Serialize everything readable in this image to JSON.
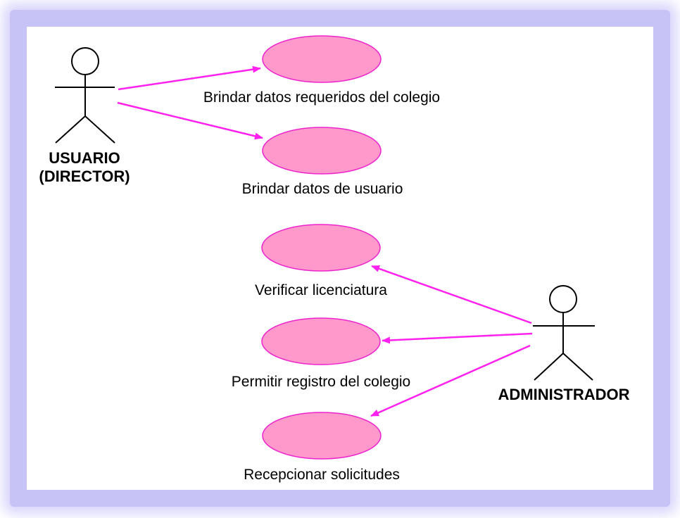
{
  "actors": {
    "director": {
      "line1": "USUARIO",
      "line2": "(DIRECTOR)"
    },
    "admin": {
      "name": "ADMINISTRADOR"
    }
  },
  "use_cases": [
    {
      "label": "Brindar datos requeridos del colegio"
    },
    {
      "label": "Brindar datos de usuario"
    },
    {
      "label": "Verificar licenciatura"
    },
    {
      "label": "Permitir registro del colegio"
    },
    {
      "label": "Recepcionar solicitudes"
    }
  ],
  "colors": {
    "ellipse_fill": "#ff99cc",
    "ellipse_stroke": "#ee22cc",
    "arrow": "#ff22ee",
    "frame_glow": "#c7c3f7"
  }
}
